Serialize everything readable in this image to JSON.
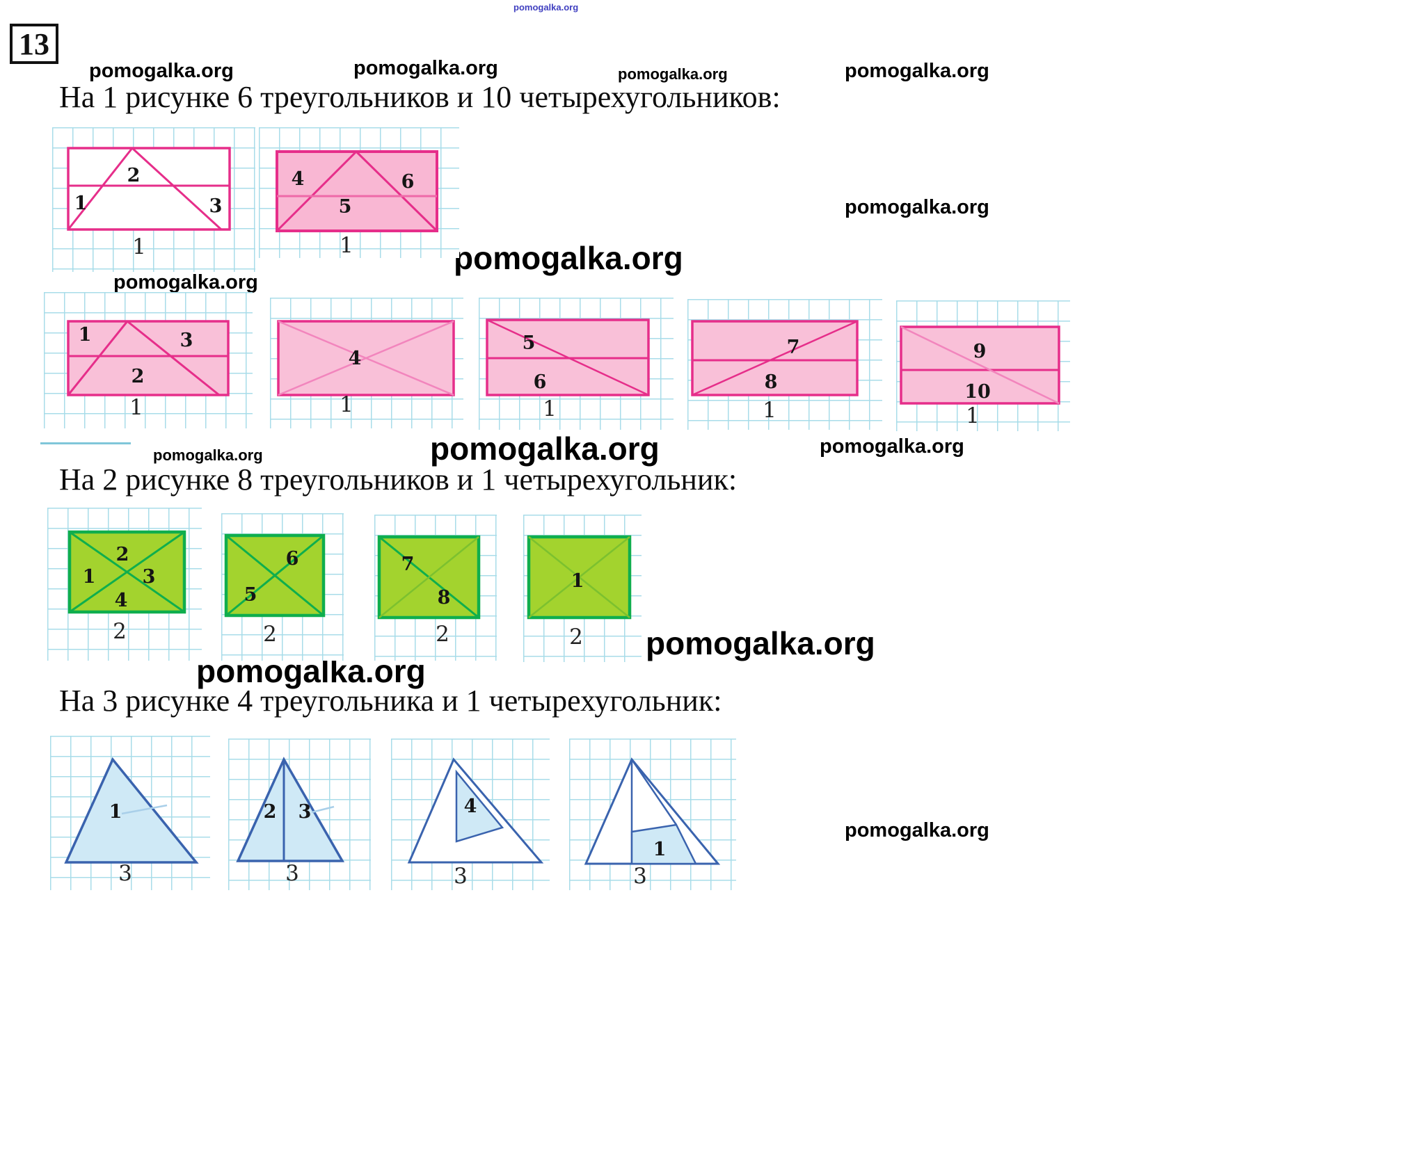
{
  "badge": "13",
  "watermark": "pomogalka.org",
  "headings": {
    "h1": "На 1 рисунке 6 треугольников и 10 четырехугольников:",
    "h2": "На 2 рисунке 8 треугольников и 1 четырехугольник:",
    "h3": "На 3 рисунке 4 треугольника и 1 четырехугольник:"
  },
  "figures": {
    "f1a": {
      "labels": [
        "1",
        "2",
        "3"
      ],
      "caption": "1"
    },
    "f1b": {
      "labels": [
        "4",
        "5",
        "6"
      ],
      "caption": "1"
    },
    "f2a": {
      "labels": [
        "1",
        "3",
        "2"
      ],
      "caption": "1"
    },
    "f2b": {
      "labels": [
        "4"
      ],
      "caption": "1"
    },
    "f2c": {
      "labels": [
        "5",
        "6"
      ],
      "caption": "1"
    },
    "f2d": {
      "labels": [
        "7",
        "8"
      ],
      "caption": "1"
    },
    "f2e": {
      "labels": [
        "9",
        "10"
      ],
      "caption": "1"
    },
    "f3a": {
      "labels": [
        "2",
        "1",
        "3",
        "4"
      ],
      "caption": "2"
    },
    "f3b": {
      "labels": [
        "6",
        "5"
      ],
      "caption": "2"
    },
    "f3c": {
      "labels": [
        "7",
        "8"
      ],
      "caption": "2"
    },
    "f3d": {
      "labels": [
        "1"
      ],
      "caption": "2"
    },
    "f4a": {
      "labels": [
        "1"
      ],
      "caption": "3"
    },
    "f4b": {
      "labels": [
        "2",
        "3"
      ],
      "caption": "3"
    },
    "f4c": {
      "labels": [
        "4"
      ],
      "caption": "3"
    },
    "f4d": {
      "labels": [
        "1"
      ],
      "caption": "3"
    }
  },
  "colors": {
    "pink_stroke": "#e62e8a",
    "pink_fill": "#f9c0d8",
    "green_fill": "#a3d32e",
    "green_stroke": "#0fae4d",
    "blue_stroke": "#3a63ae",
    "blue_fill": "#cfe9f6",
    "grid_line": "#a8dce9"
  }
}
